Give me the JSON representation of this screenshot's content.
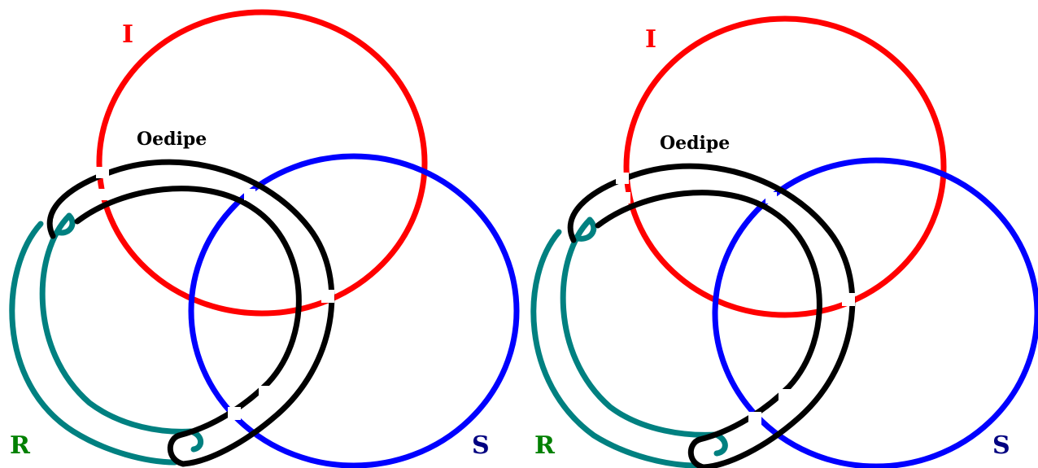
{
  "colors": {
    "imaginary": "#ff0000",
    "symbolic": "#0000ff",
    "real": "#008080",
    "real_label": "#008000",
    "symbolic_label": "#000080",
    "oedipe": "#000000",
    "background": "#ffffff"
  },
  "left_diagram": {
    "label_i": "I",
    "label_r": "R",
    "label_s": "S",
    "label_oedipe": "Oedipe"
  },
  "right_diagram": {
    "label_i": "I",
    "label_r": "R",
    "label_s": "S",
    "label_oedipe": "Oedipe"
  }
}
